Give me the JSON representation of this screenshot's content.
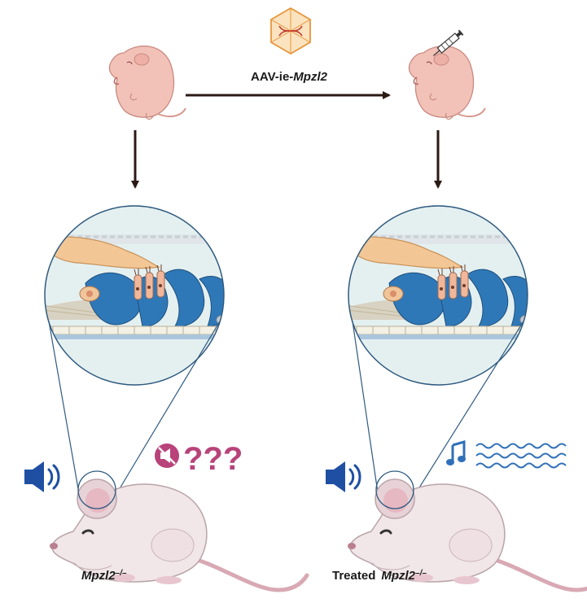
{
  "vector_label": {
    "prefix": "AAV-ie-",
    "gene": "Mpzl2"
  },
  "left_mouse": {
    "gene": "Mpzl2",
    "genotype": "–/–"
  },
  "right_mouse": {
    "prefix": "Treated",
    "gene": "Mpzl2",
    "genotype": "–/–"
  },
  "confusion_marks": "???",
  "icons": {
    "virus": "aav-capsid-icon",
    "syringe": "syringe-icon",
    "speaker": "speaker-icon",
    "muted": "muted-speaker-icon",
    "note": "music-note-icon",
    "waves": "sound-wave-icon"
  },
  "colors": {
    "arrow": "#2b1a14",
    "cochlea_blue": "#2f78b8",
    "circle_fill": "#e4f0f0",
    "skin": "#f2c2b8",
    "mouse_body": "#f1e6e8",
    "tail": "#d8a9b4",
    "membrane": "#f3c795",
    "speaker": "#1f4fa3",
    "question": "#b8437a",
    "wave": "#2f70b8"
  }
}
